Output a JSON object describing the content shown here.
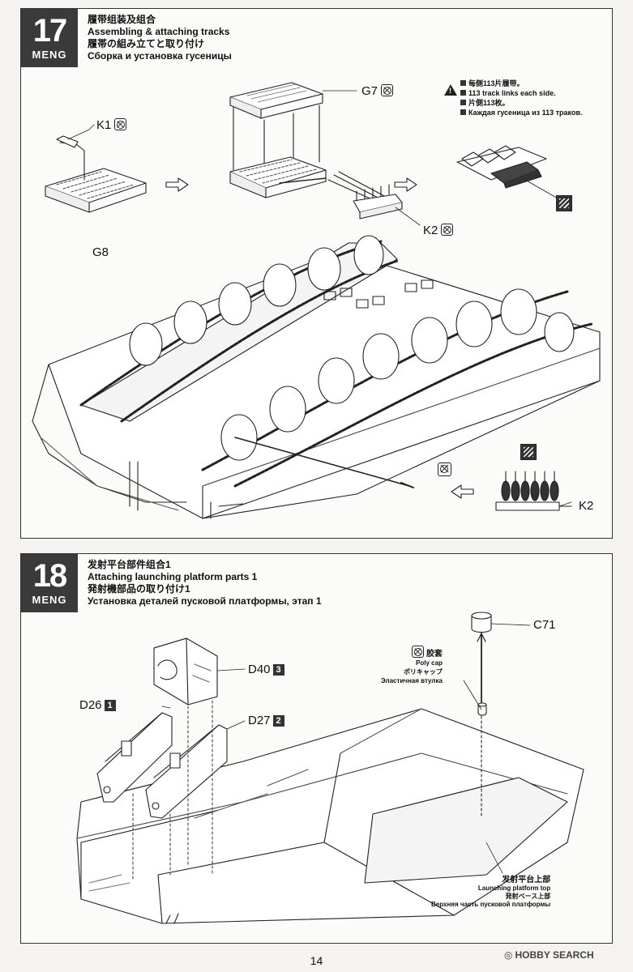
{
  "step17": {
    "number": "17",
    "brand": "MENG",
    "title_cn": "履带组装及组合",
    "title_en": "Assembling & attaching tracks",
    "title_jp": "履帯の組み立てと取り付け",
    "title_ru": "Сборка и установка гусеницы",
    "parts": {
      "g7": "G7",
      "k1": "K1",
      "g8": "G8",
      "k2a": "K2",
      "k2b": "K2"
    },
    "note": {
      "cn": "每侧113片履带。",
      "en": "113 track links each side.",
      "jp": "片側113枚。",
      "ru": "Каждая гусеница из 113 траков."
    }
  },
  "step18": {
    "number": "18",
    "brand": "MENG",
    "title_cn": "发射平台部件组合1",
    "title_en": "Attaching launching platform parts 1",
    "title_jp": "発射機部品の取り付け1",
    "title_ru": "Установка деталей пусковой платформы, этап 1",
    "parts": {
      "c71": "C71",
      "d40": "D40",
      "d40_order": "3",
      "d26": "D26",
      "d26_order": "1",
      "d27": "D27",
      "d27_order": "2"
    },
    "polycap": {
      "cn": "胶套",
      "en": "Poly cap",
      "jp": "ポリキャップ",
      "ru": "Эластичная втулка"
    },
    "platform_top": {
      "cn": "发射平台上部",
      "en": "Launching platform top",
      "jp": "発射ベース上部",
      "ru": "Верхняя часть пусковой платформы"
    }
  },
  "page_number": "14",
  "watermark": "HOBBY SEARCH"
}
